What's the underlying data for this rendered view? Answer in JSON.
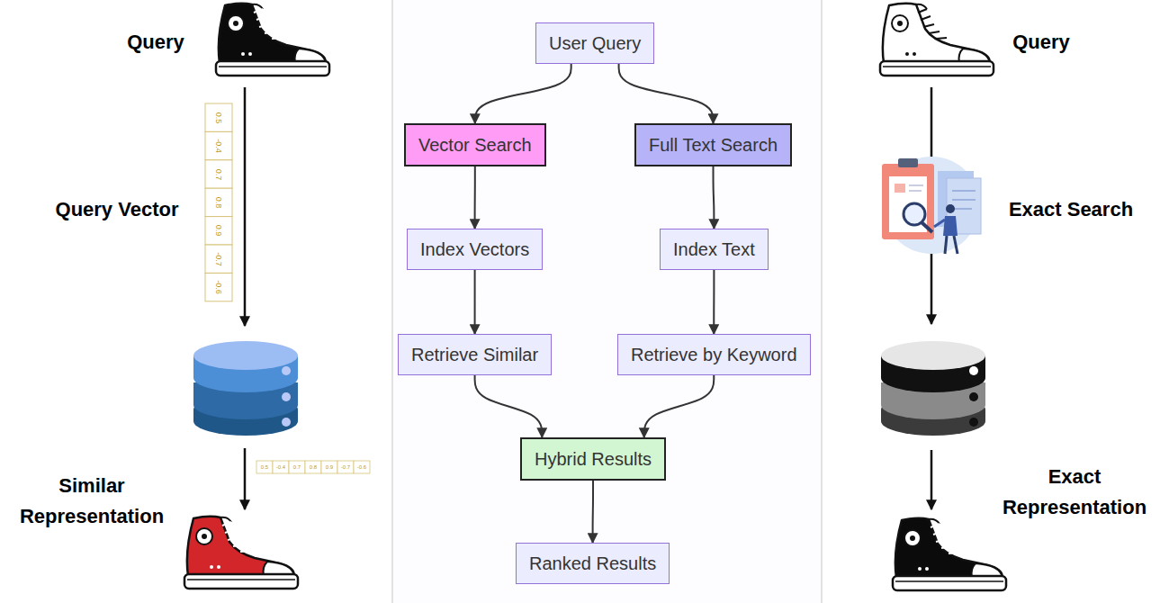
{
  "diagram": {
    "nodes": [
      {
        "text": [
          "User Query"
        ]
      },
      {
        "text": [
          "Vector Search"
        ]
      },
      {
        "text": [
          "Full Text Search"
        ]
      },
      {
        "text": [
          "Index Vectors"
        ]
      },
      {
        "text": [
          "Index Text"
        ]
      },
      {
        "text": [
          "Retrieve Similar"
        ]
      },
      {
        "text": [
          "Retrieve by Keyword"
        ]
      },
      {
        "text": [
          "Hybrid Results"
        ]
      },
      {
        "text": [
          "Ranked Results"
        ]
      }
    ],
    "edges": [
      {
        "from": 0,
        "to": 1,
        "arrow": "to"
      },
      {
        "from": 0,
        "to": 2,
        "arrow": "to"
      },
      {
        "from": 1,
        "to": 3,
        "arrow": "to"
      },
      {
        "from": 2,
        "to": 4,
        "arrow": "to"
      },
      {
        "from": 3,
        "to": 5,
        "arrow": "to"
      },
      {
        "from": 4,
        "to": 6,
        "arrow": "to"
      },
      {
        "from": 5,
        "to": 7,
        "arrow": "to"
      },
      {
        "from": 6,
        "to": 7,
        "arrow": "to"
      },
      {
        "from": 7,
        "to": 8,
        "arrow": "to"
      }
    ],
    "labels": [
      "Query",
      "0.5",
      "-0.4",
      "0.7",
      "0.8",
      "0.9",
      "-0.7",
      "-0.6",
      "Query Vector",
      "0.5",
      "-0.4",
      "0.7",
      "0.8",
      "0.9",
      "-0.7",
      "-0.6",
      "Similar Representation",
      "Query",
      "Exact Search",
      "Exact Representation"
    ]
  }
}
